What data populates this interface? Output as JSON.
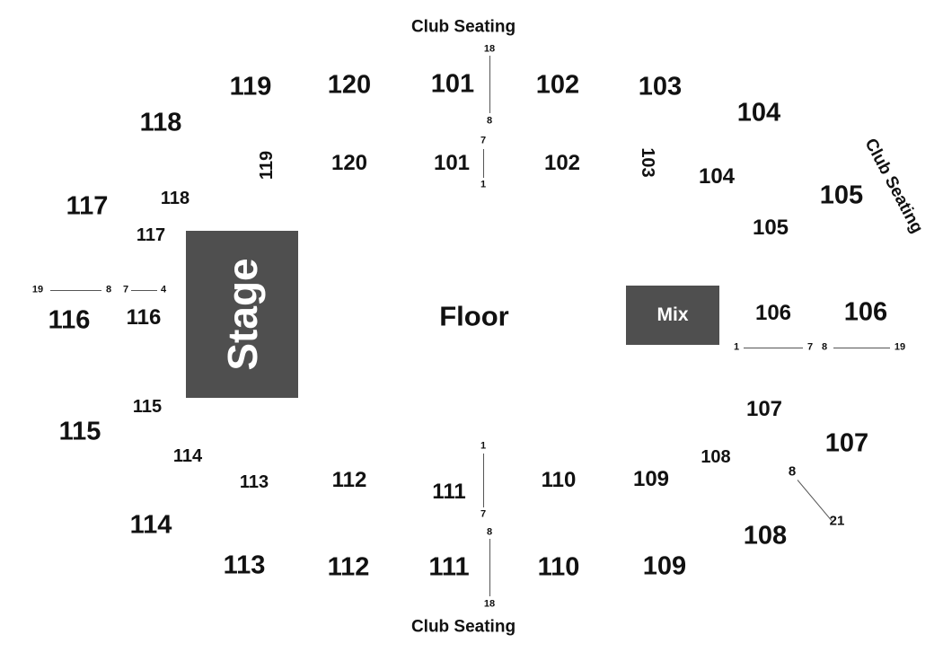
{
  "club_top": "Club Seating",
  "club_bottom": "Club Seating",
  "club_right": "Club Seating",
  "stage": "Stage",
  "floor": "Floor",
  "mix": "Mix",
  "upper": {
    "s101": "101",
    "s102": "102",
    "s103": "103",
    "s104": "104",
    "s105": "105",
    "s106": "106",
    "s107": "107",
    "s108": "108",
    "s109": "109",
    "s110": "110",
    "s111": "111",
    "s112": "112",
    "s113": "113",
    "s114": "114",
    "s115": "115",
    "s116": "116",
    "s117": "117",
    "s118": "118",
    "s119": "119",
    "s120": "120"
  },
  "lower": {
    "s101": "101",
    "s102": "102",
    "s103": "103",
    "s104": "104",
    "s105": "105",
    "s106": "106",
    "s107": "107",
    "s108": "108",
    "s109": "109",
    "s110": "110",
    "s111": "111",
    "s112": "112",
    "s113": "113",
    "s114": "114",
    "s115": "115",
    "s116": "116",
    "s117": "117",
    "s118": "118",
    "s119": "119",
    "s120": "120"
  },
  "rows": {
    "top_upper_start": "18",
    "top_upper_end": "8",
    "top_lower_start": "7",
    "top_lower_end": "1",
    "bottom_lower_start": "1",
    "bottom_lower_end": "7",
    "bottom_upper_start": "8",
    "bottom_upper_end": "18",
    "left_upper_start": "19",
    "left_upper_end": "8",
    "left_lower_start": "7",
    "left_lower_end": "4",
    "right_lower_start": "1",
    "right_lower_end": "7",
    "right_upper_start": "8",
    "right_upper_end": "19",
    "diag_start": "8",
    "diag_end": "21"
  }
}
